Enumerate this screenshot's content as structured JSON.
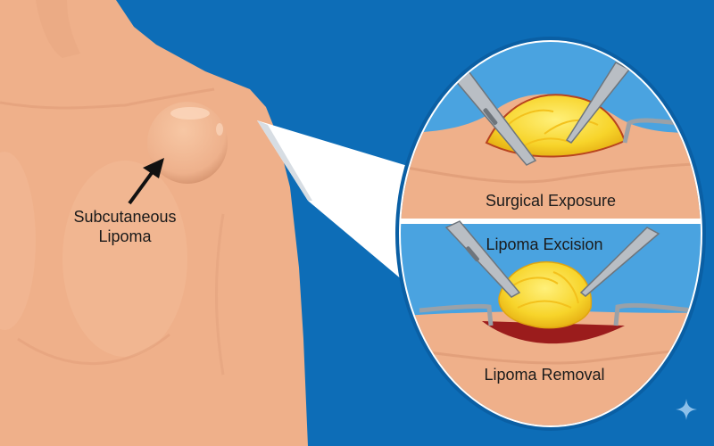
{
  "illustration": {
    "subject": "Subcutaneous lipoma on shoulder with surgical removal steps",
    "main_label": {
      "line1": "Subcutaneous",
      "line2": "Lipoma"
    },
    "magnified_callout": {
      "steps": [
        {
          "label": "Surgical Exposure"
        },
        {
          "label": "Lipoma Excision"
        },
        {
          "label": "Lipoma Removal"
        }
      ]
    },
    "watermark_icon": "sparkle-icon"
  },
  "colors": {
    "background": "#0d6db7",
    "skin": "#efb08a",
    "skin_light": "#f5c29c",
    "fat": "#f7d52a",
    "wound": "#9b1c1c",
    "callout_sky": "#4aa3e0",
    "callout_border": "#ffffff",
    "instrument": "#b9bec4"
  }
}
